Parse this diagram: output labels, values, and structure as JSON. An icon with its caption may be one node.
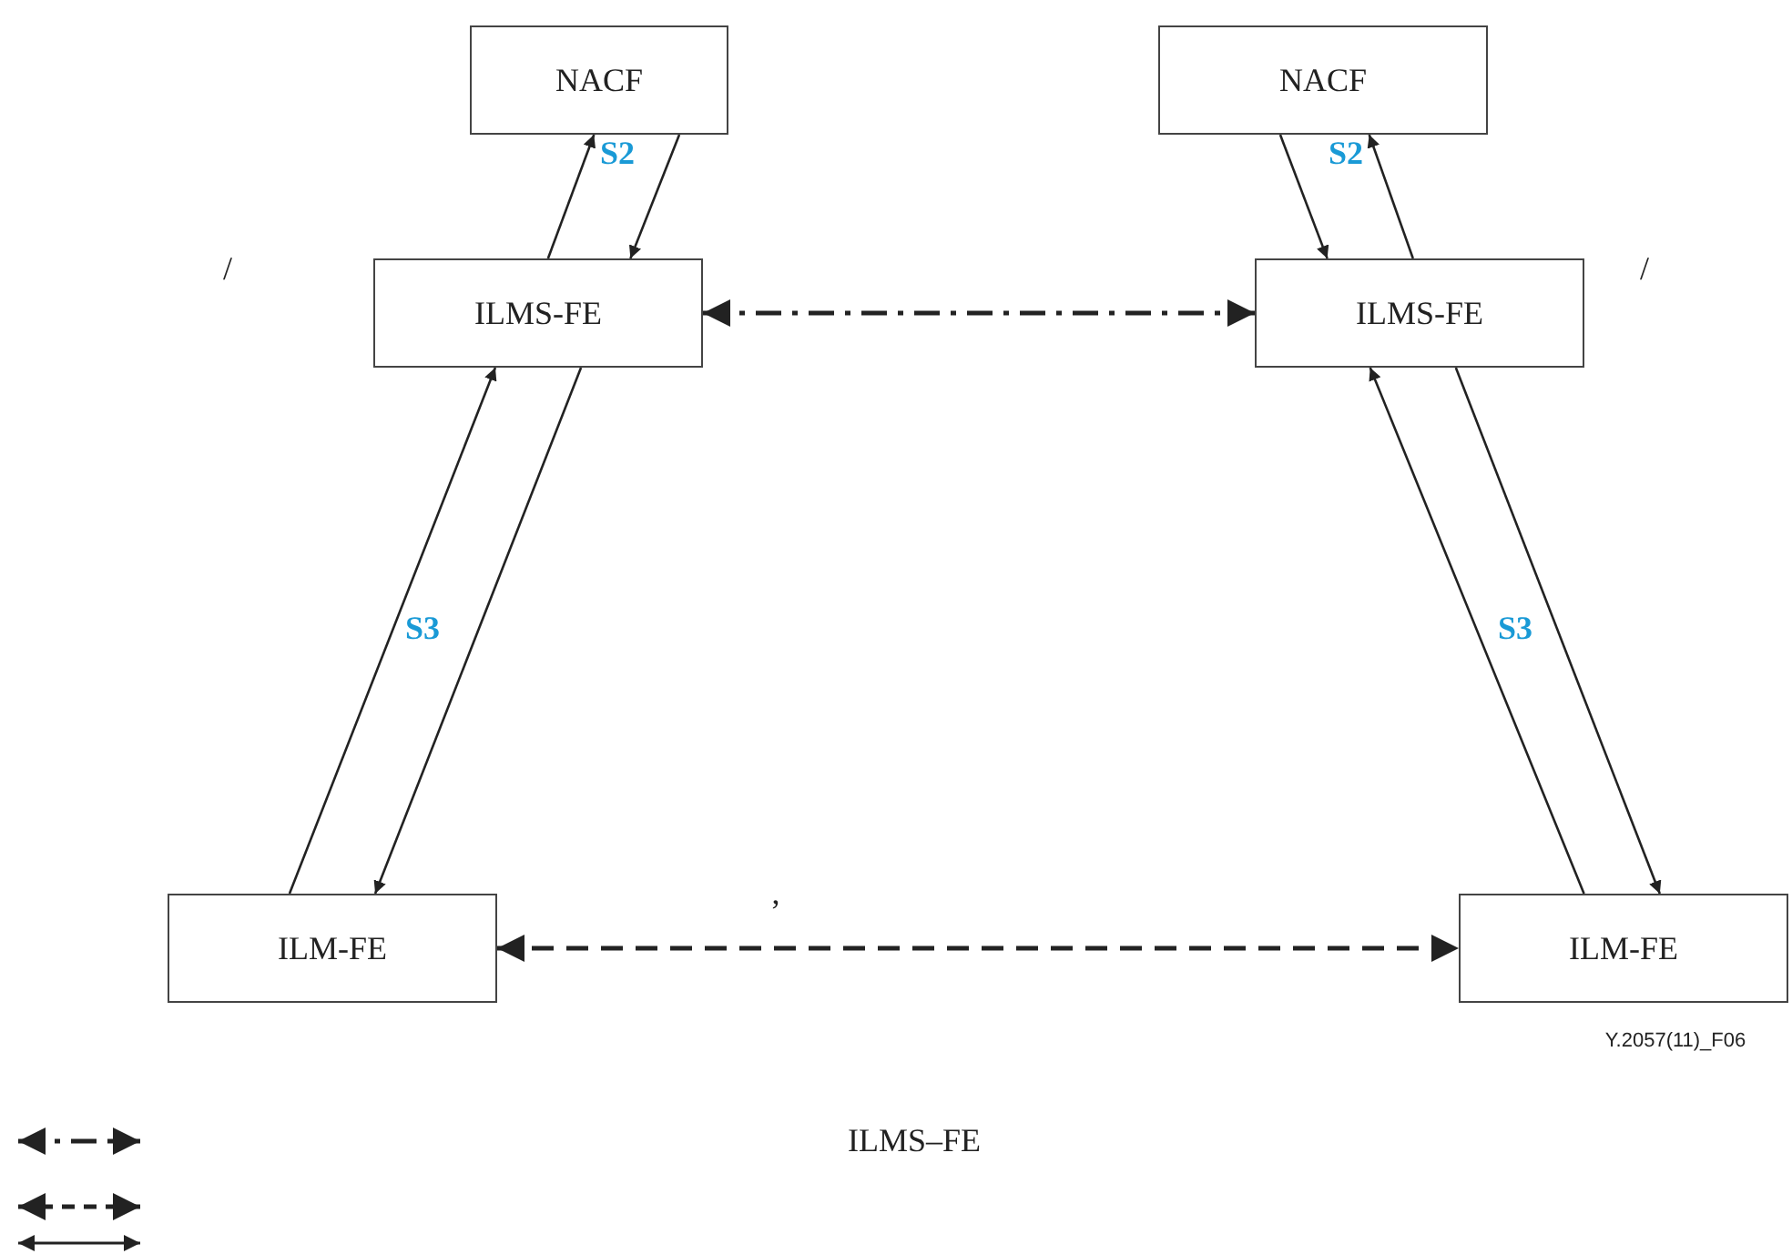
{
  "diagram": {
    "nodes": [
      {
        "text": [
          "NACF"
        ]
      },
      {
        "text": [
          "NACF"
        ]
      },
      {
        "text": [
          "ILMS-FE"
        ]
      },
      {
        "text": [
          "ILMS-FE"
        ]
      },
      {
        "text": [
          "ILM-FE"
        ]
      },
      {
        "text": [
          "ILM-FE"
        ]
      }
    ],
    "edges": [
      {
        "from": 2,
        "to": 0,
        "arrow": "to"
      },
      {
        "from": 0,
        "to": 2,
        "arrow": "to",
        "label": "S2"
      },
      {
        "from": 1,
        "to": 3,
        "arrow": "to"
      },
      {
        "from": 3,
        "to": 1,
        "arrow": "to",
        "label": "S2"
      },
      {
        "from": 2,
        "to": 3,
        "arrow": "both",
        "style": "dashed"
      },
      {
        "from": 4,
        "to": 2,
        "arrow": "to",
        "label": "S3"
      },
      {
        "from": 2,
        "to": 4,
        "arrow": "to"
      },
      {
        "from": 5,
        "to": 3,
        "arrow": "to",
        "label": "S3"
      },
      {
        "from": 3,
        "to": 5,
        "arrow": "to"
      },
      {
        "from": 4,
        "to": 5,
        "arrow": "both",
        "style": "dashed"
      }
    ],
    "labels": [
      "/",
      "/",
      ",",
      "ILMS–FE",
      "Y.2057(11)_F06"
    ]
  }
}
